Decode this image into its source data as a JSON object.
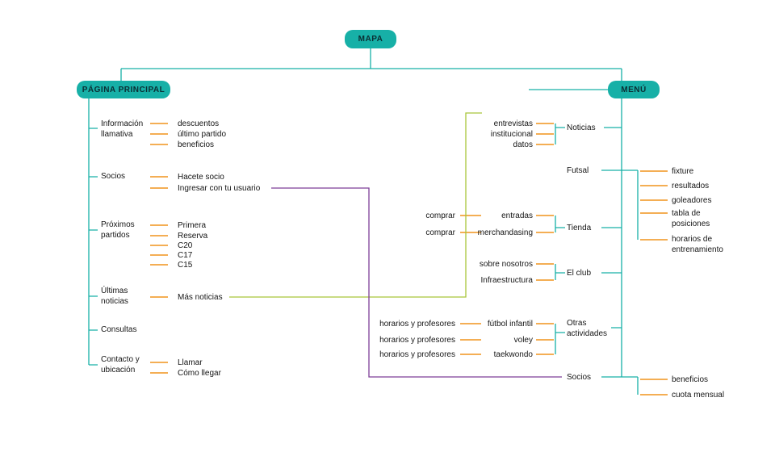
{
  "map": {
    "label": "MAPA"
  },
  "left": {
    "label": "PÁGINA PRINCIPAL",
    "items": [
      {
        "label": "Información llamativa",
        "children": [
          "descuentos",
          "último partido",
          "beneficios"
        ]
      },
      {
        "label": "Socios",
        "children": [
          "Hacete socio",
          "Ingresar con tu usuario"
        ]
      },
      {
        "label": "Próximos partidos",
        "children": [
          "Primera",
          "Reserva",
          "C20",
          "C17",
          "C15"
        ]
      },
      {
        "label": "Últimas noticias",
        "children": [
          "Más noticias"
        ]
      },
      {
        "label": "Consultas",
        "children": []
      },
      {
        "label": "Contacto y ubicación",
        "children": [
          "Llamar",
          "Cómo llegar"
        ]
      }
    ]
  },
  "right": {
    "label": "MENÚ",
    "items": [
      {
        "label": "Noticias",
        "sub_left": [
          "entrevistas",
          "institucional",
          "datos"
        ]
      },
      {
        "label": "Futsal",
        "sub_right": [
          "fixture",
          "resultados",
          "goleadores",
          "tabla de posiciones",
          "horarios de entrenamiento"
        ]
      },
      {
        "label": "Tienda",
        "sub_left": [
          "entradas",
          "merchandasing"
        ],
        "actions": [
          "comprar",
          "comprar"
        ]
      },
      {
        "label": "El club",
        "sub_left": [
          "sobre nosotros",
          "Infraestructura"
        ]
      },
      {
        "label": "Otras actividades",
        "sub_left": [
          "fútbol infantil",
          "voley",
          "taekwondo"
        ],
        "actions": [
          "horarios y profesores",
          "horarios y profesores",
          "horarios y profesores"
        ]
      },
      {
        "label": "Socios",
        "sub_right": [
          "beneficios",
          "cuota mensual"
        ]
      }
    ]
  },
  "cross_links": [
    {
      "from": "Más noticias",
      "to": "Noticias",
      "color_key": "green"
    },
    {
      "from": "Ingresar con tu usuario",
      "to": "Socios",
      "color_key": "purple"
    }
  ],
  "colors": {
    "teal": "#17b0a7",
    "orange": "#f2a33c",
    "green": "#a9c53b",
    "purple": "#7e3f98",
    "background": "#ffffff",
    "text": "#151515"
  }
}
